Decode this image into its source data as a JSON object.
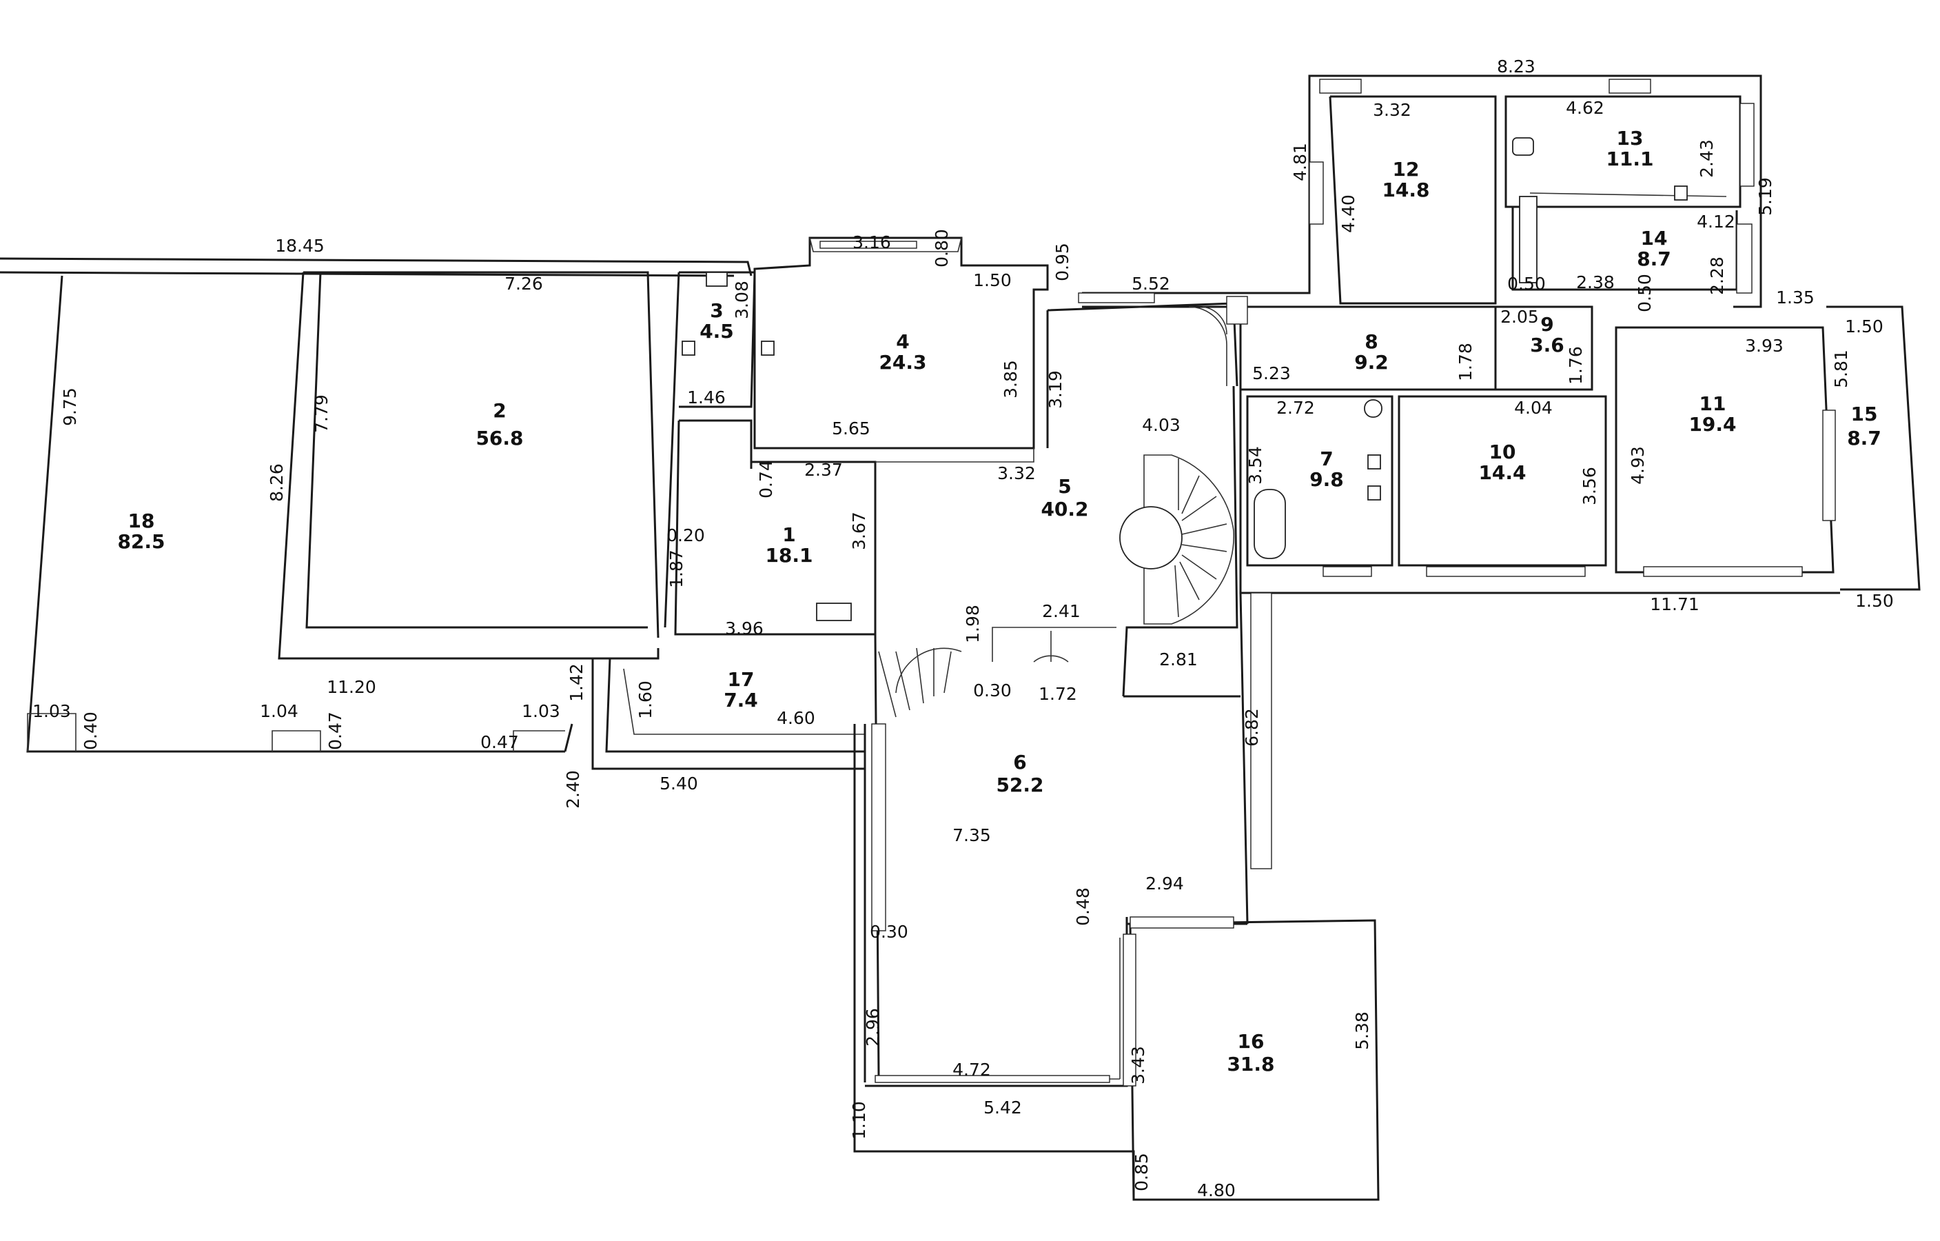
{
  "rooms": [
    {
      "number": "1",
      "area": "18.1"
    },
    {
      "number": "2",
      "area": "56.8"
    },
    {
      "number": "3",
      "area": "4.5"
    },
    {
      "number": "4",
      "area": "24.3"
    },
    {
      "number": "5",
      "area": "40.2"
    },
    {
      "number": "6",
      "area": "52.2"
    },
    {
      "number": "7",
      "area": "9.8"
    },
    {
      "number": "8",
      "area": "9.2"
    },
    {
      "number": "9",
      "area": "3.6"
    },
    {
      "number": "10",
      "area": "14.4"
    },
    {
      "number": "11",
      "area": "19.4"
    },
    {
      "number": "12",
      "area": "14.8"
    },
    {
      "number": "13",
      "area": "11.1"
    },
    {
      "number": "14",
      "area": "8.7"
    },
    {
      "number": "15",
      "area": "8.7"
    },
    {
      "number": "16",
      "area": "31.8"
    },
    {
      "number": "17",
      "area": "7.4"
    },
    {
      "number": "18",
      "area": "82.5"
    }
  ],
  "dimensions": {
    "d_8_23": "8.23",
    "d_3_32a": "3.32",
    "d_4_62": "4.62",
    "d_4_81": "4.81",
    "d_4_40": "4.40",
    "d_2_43": "2.43",
    "d_5_19": "5.19",
    "d_4_12": "4.12",
    "d_2_28": "2.28",
    "d_0_50a": "0.50",
    "d_2_38": "2.38",
    "d_0_50b": "0.50",
    "d_1_35": "1.35",
    "d_1_50a": "1.50",
    "d_5_81": "5.81",
    "d_3_93": "3.93",
    "d_4_93": "4.93",
    "d_11_71": "11.71",
    "d_1_50b": "1.50",
    "d_18_45": "18.45",
    "d_3_16": "3.16",
    "d_0_80": "0.80",
    "d_1_50c": "1.50",
    "d_0_95": "0.95",
    "d_5_52": "5.52",
    "d_7_26": "7.26",
    "d_3_08": "3.08",
    "d_9_75": "9.75",
    "d_7_79": "7.79",
    "d_8_26": "8.26",
    "d_1_46": "1.46",
    "d_3_85": "3.85",
    "d_3_19": "3.19",
    "d_5_65": "5.65",
    "d_4_03": "4.03",
    "d_5_23": "5.23",
    "d_2_05": "2.05",
    "d_1_78": "1.78",
    "d_1_76": "1.76",
    "d_2_72": "2.72",
    "d_4_04": "4.04",
    "d_3_54": "3.54",
    "d_3_56": "3.56",
    "d_0_74": "0.74",
    "d_2_37": "2.37",
    "d_3_32b": "3.32",
    "d_0_20": "0.20",
    "d_3_67": "3.67",
    "d_1_87": "1.87",
    "d_3_96": "3.96",
    "d_1_98": "1.98",
    "d_2_41": "2.41",
    "d_2_81": "2.81",
    "d_0_30a": "0.30",
    "d_1_72": "1.72",
    "d_1_03a": "1.03",
    "d_0_40": "0.40",
    "d_1_04": "1.04",
    "d_0_47a": "0.47",
    "d_11_20": "11.20",
    "d_0_47b": "0.47",
    "d_1_03b": "1.03",
    "d_1_42": "1.42",
    "d_1_60": "1.60",
    "d_4_60": "4.60",
    "d_2_40": "2.40",
    "d_5_40": "5.40",
    "d_6_82": "6.82",
    "d_7_35": "7.35",
    "d_0_48": "0.48",
    "d_2_94": "2.94",
    "d_0_30b": "0.30",
    "d_2_96": "2.96",
    "d_4_72": "4.72",
    "d_3_43": "3.43",
    "d_5_42": "5.42",
    "d_5_38": "5.38",
    "d_1_10": "1.10",
    "d_0_85": "0.85",
    "d_4_80": "4.80"
  }
}
